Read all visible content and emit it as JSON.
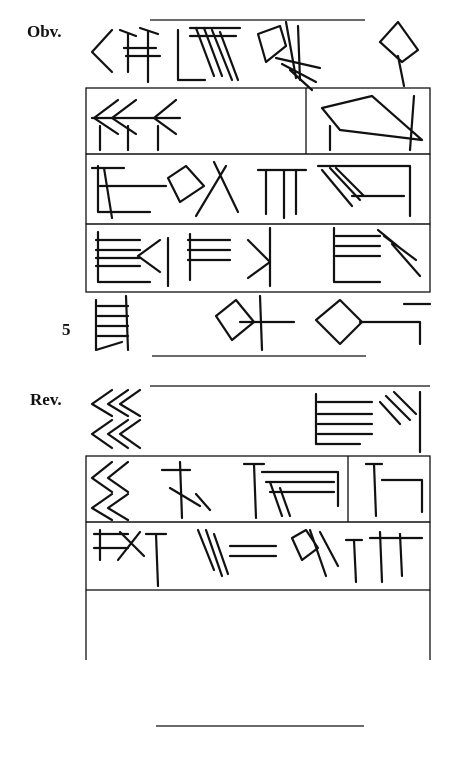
{
  "labels": {
    "obverse": "Obv.",
    "reverse": "Rev.",
    "line_five": "5"
  }
}
